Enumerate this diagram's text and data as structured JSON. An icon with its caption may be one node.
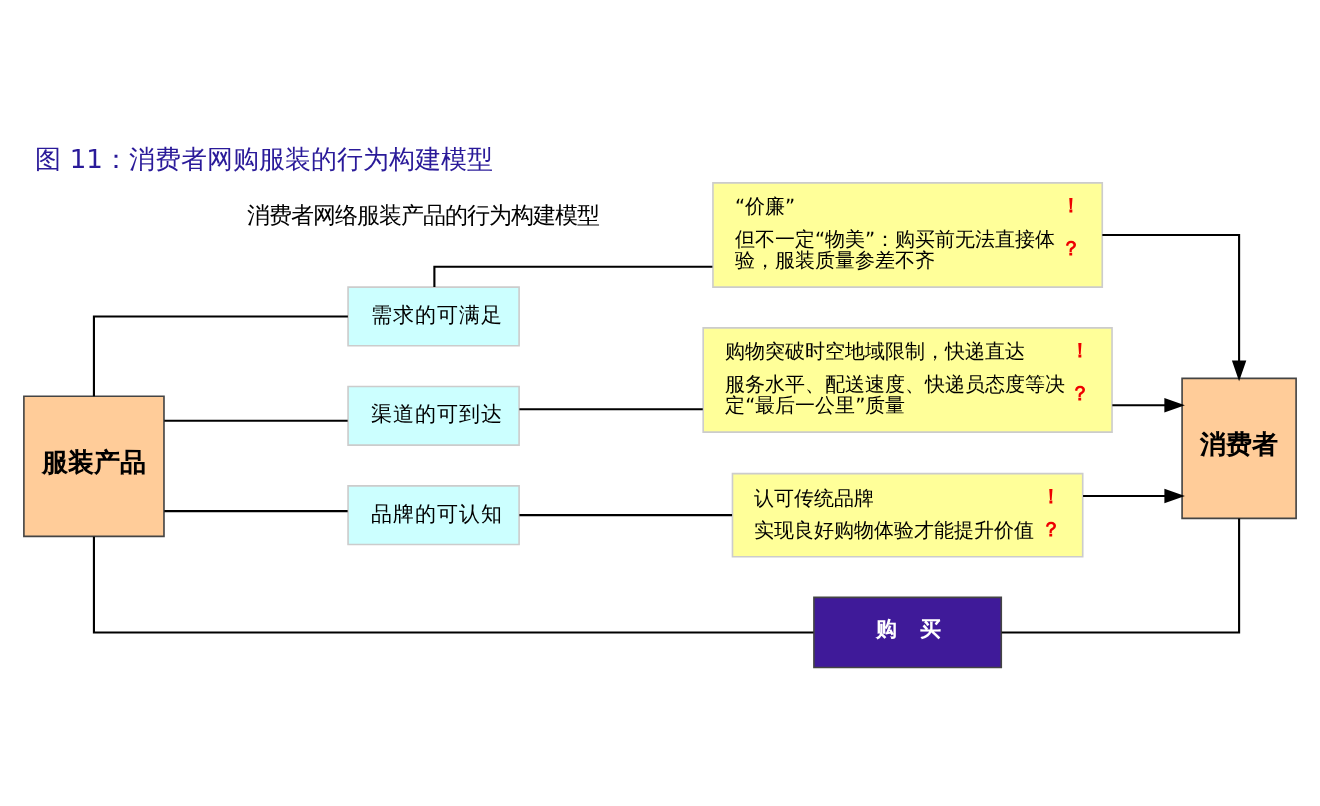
{
  "diagram": {
    "title": "图 11：消费者网购服装的行为构建模型",
    "nodes": [
      {
        "text": [
          "服装产品"
        ]
      },
      {
        "text": [
          "需求的可满足"
        ]
      },
      {
        "text": [
          "“价廉”",
          "！",
          "但不一定“物美”：购买前无法直接体验，服装质量参差不齐",
          "？"
        ]
      },
      {
        "text": [
          "渠道的可到达"
        ]
      },
      {
        "text": [
          "购物突破时空地域限制，快递直达",
          "！",
          "服务水平、配送速度、快递员态度等决定“最后一公里”质量",
          "？"
        ]
      },
      {
        "text": [
          "品牌的可认知"
        ]
      },
      {
        "text": [
          "认可传统品牌",
          "！",
          "实现良好购物体验才能提升价值",
          "？"
        ]
      },
      {
        "text": [
          "消费者"
        ]
      },
      {
        "text": [
          "购　买"
        ]
      }
    ],
    "edges": [
      {
        "from": 0,
        "to": 1,
        "arrow": "none"
      },
      {
        "from": 0,
        "to": 3,
        "arrow": "none"
      },
      {
        "from": 0,
        "to": 5,
        "arrow": "none"
      },
      {
        "from": 1,
        "to": 2,
        "arrow": "none"
      },
      {
        "from": 3,
        "to": 4,
        "arrow": "none"
      },
      {
        "from": 5,
        "to": 6,
        "arrow": "none"
      },
      {
        "from": 2,
        "to": 7,
        "arrow": "to"
      },
      {
        "from": 4,
        "to": 7,
        "arrow": "to"
      },
      {
        "from": 6,
        "to": 7,
        "arrow": "to"
      },
      {
        "from": 0,
        "to": 8,
        "arrow": "none"
      },
      {
        "from": 8,
        "to": 7,
        "arrow": "none"
      }
    ],
    "labels": [
      "消费者网络服装产品的行为构建模型"
    ]
  }
}
